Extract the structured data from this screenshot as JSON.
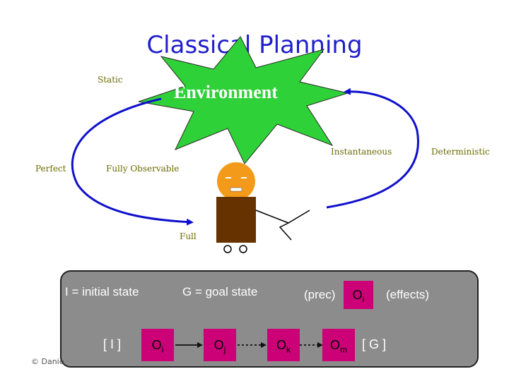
{
  "title": "Classical Planning",
  "environment": {
    "label": "Environment",
    "properties": {
      "static": "Static",
      "perfect": "Perfect",
      "fully_observable": "Fully Observable",
      "full": "Full",
      "instantaneous": "Instantaneous",
      "deterministic": "Deterministic"
    }
  },
  "agent": {
    "face": "- -"
  },
  "plan_box": {
    "initial_state_def": "I = initial state",
    "goal_state_def": "G = goal state",
    "precondition": "(prec)",
    "effects": "(effects)",
    "operator_template": {
      "letter": "O",
      "sub": "i"
    },
    "initial_bracket": "[ I ]",
    "goal_bracket": "[ G ]",
    "operators": [
      {
        "letter": "O",
        "sub": "i"
      },
      {
        "letter": "O",
        "sub": "j"
      },
      {
        "letter": "O",
        "sub": "k"
      },
      {
        "letter": "O",
        "sub": "m"
      }
    ]
  },
  "footer": {
    "copyright": "© Danie"
  },
  "colors": {
    "title": "#1f1fcc",
    "arc": "#1010cc",
    "star": "#2fd138",
    "olive_text": "#6b6b00",
    "plan_box_bg": "#8c8c8c",
    "operator_box": "#cc0077",
    "body": "#663300",
    "face": "#f39a1a"
  }
}
